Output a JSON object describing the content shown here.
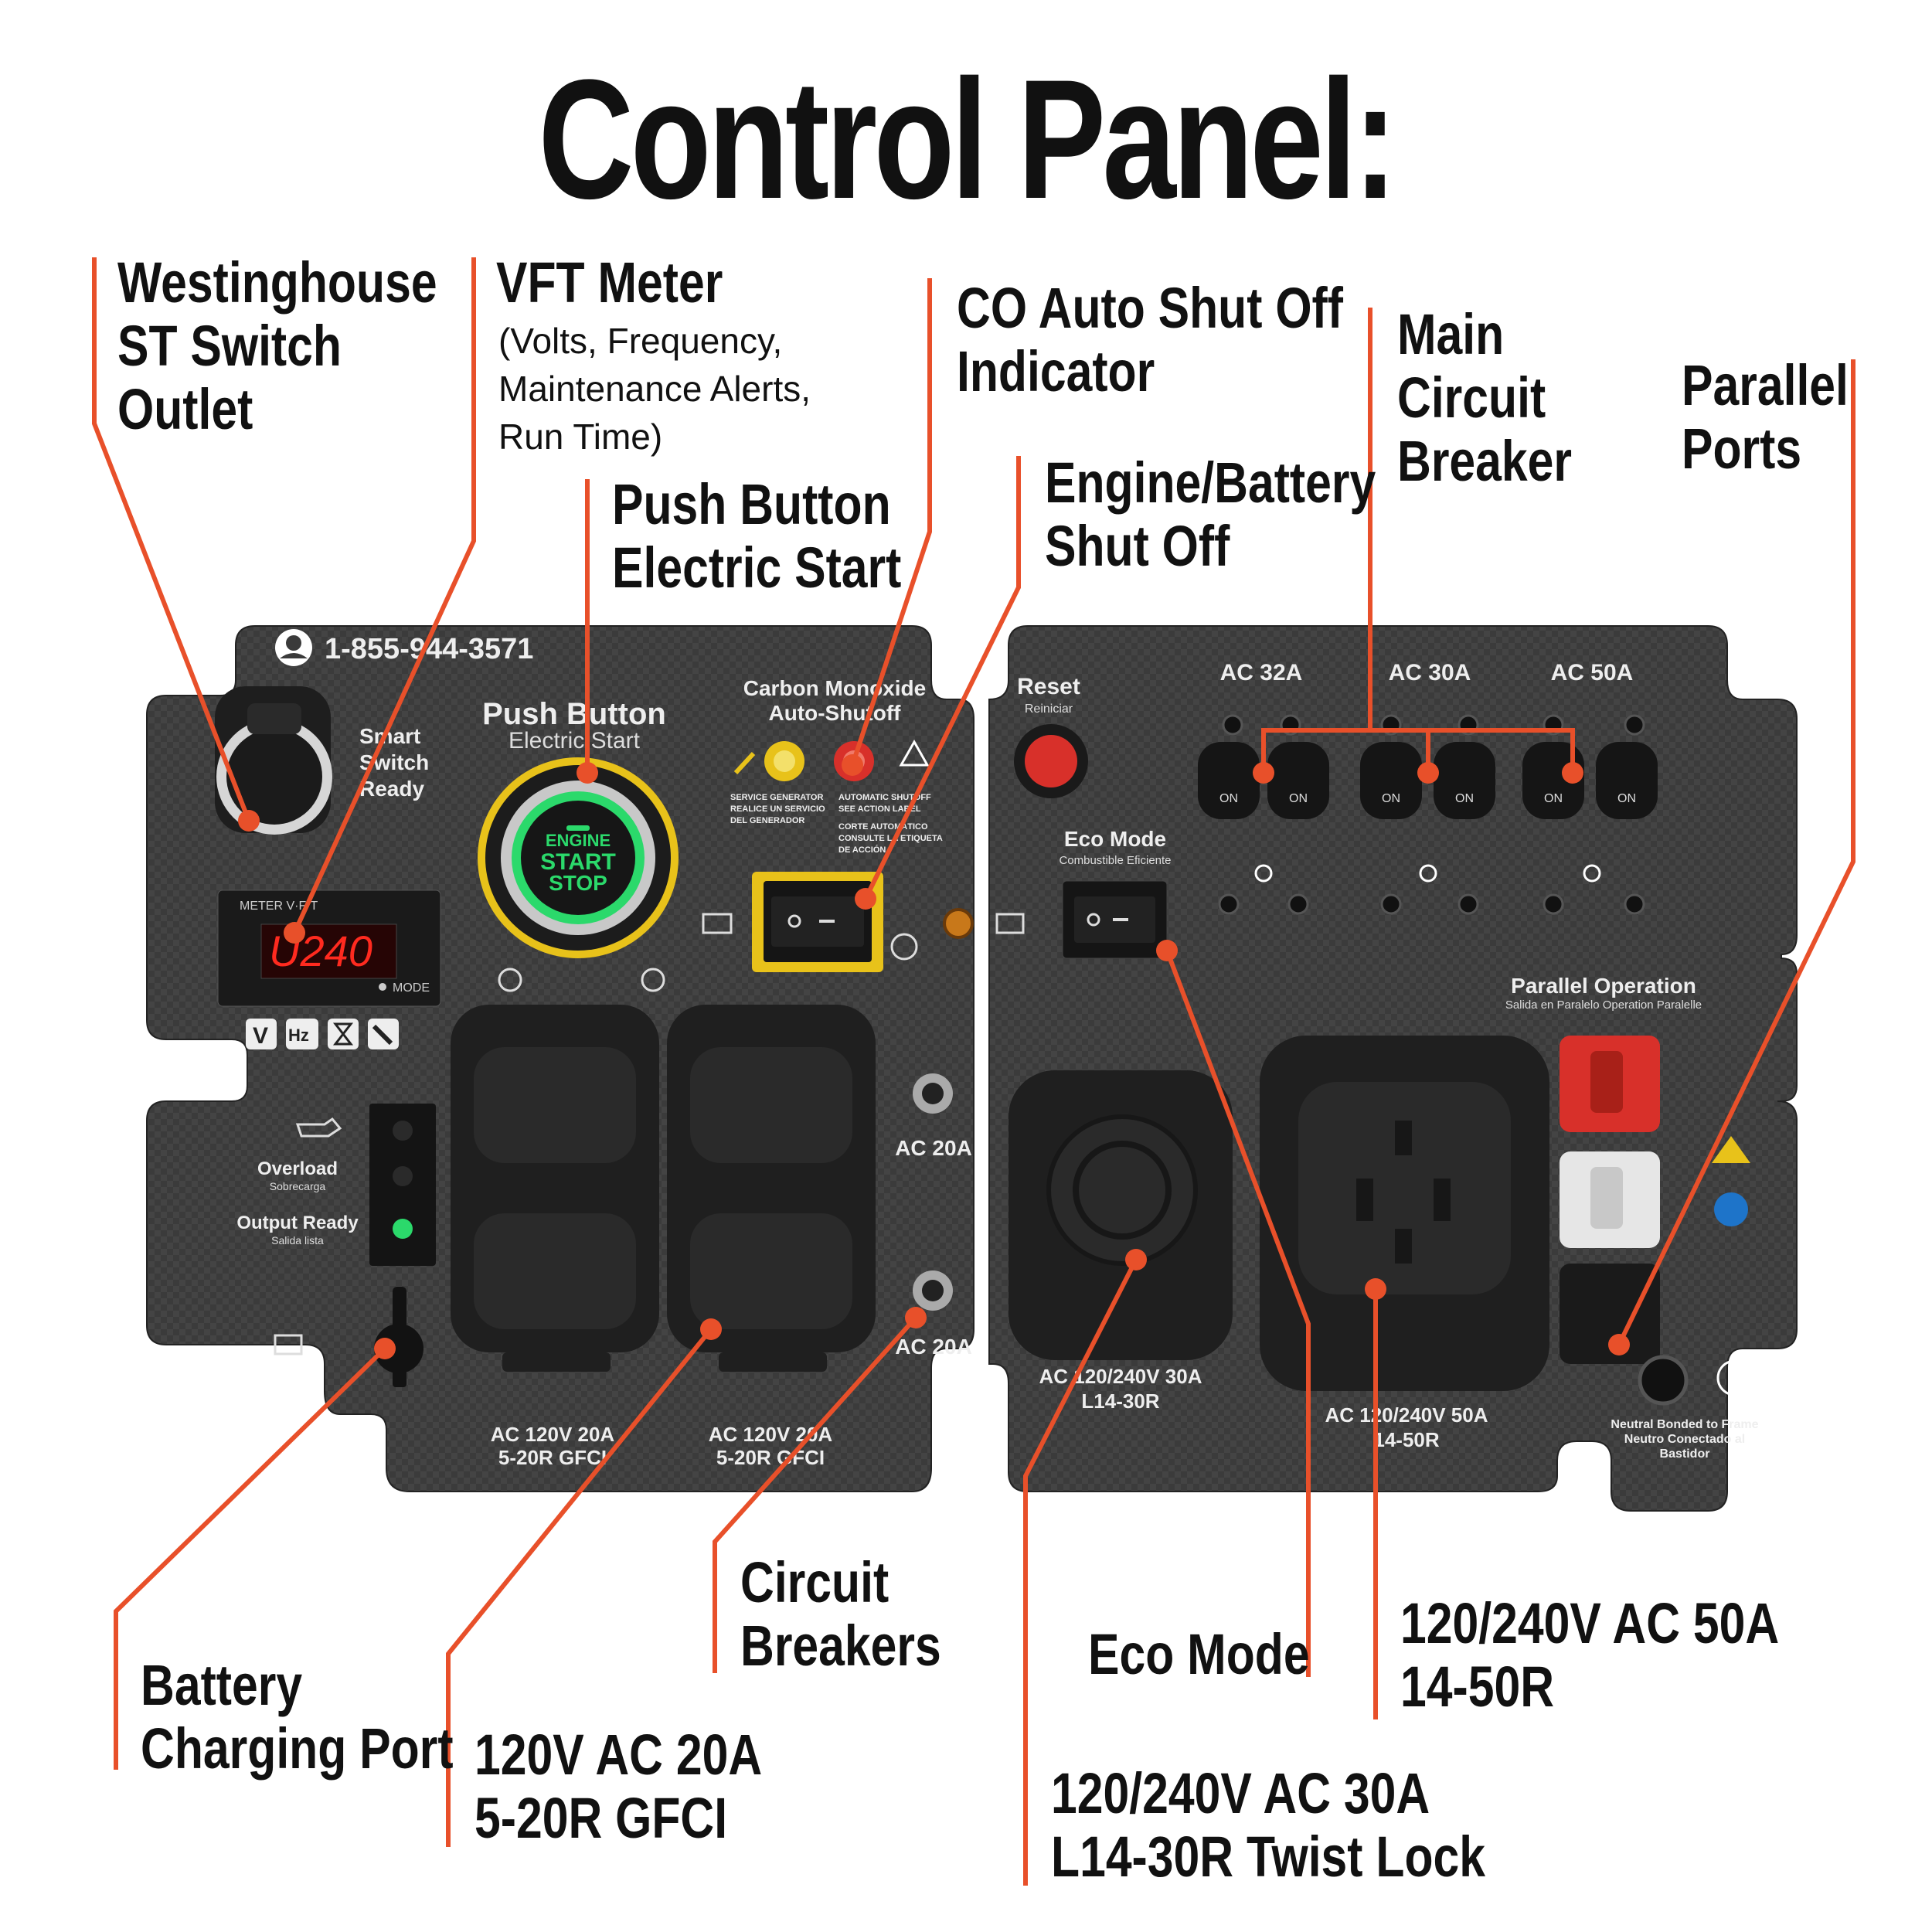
{
  "title": "Control Panel:",
  "callouts": {
    "st_switch": [
      "Westinghouse",
      "ST Switch",
      "Outlet"
    ],
    "vft_meter": {
      "title": "VFT Meter",
      "desc": [
        "(Volts, Frequency,",
        "Maintenance Alerts,",
        "Run Time)"
      ]
    },
    "push_button": [
      "Push Button",
      "Electric Start"
    ],
    "co_shutoff": [
      "CO Auto Shut Off",
      "Indicator"
    ],
    "engine_battery": [
      "Engine/Battery",
      "Shut Off"
    ],
    "main_breaker": [
      "Main",
      "Circuit",
      "Breaker"
    ],
    "parallel_ports": [
      "Parallel",
      "Ports"
    ],
    "battery_charging": [
      "Battery",
      "Charging Port"
    ],
    "outlet_20a": [
      "120V AC 20A",
      "5-20R GFCI"
    ],
    "circuit_breakers": [
      "Circuit",
      "Breakers"
    ],
    "eco_mode": [
      "Eco Mode"
    ],
    "outlet_30a": [
      "120/240V AC 30A",
      "L14-30R Twist Lock"
    ],
    "outlet_50a": [
      "120/240V AC 50A",
      "14-50R"
    ]
  },
  "panel": {
    "phone": "1-855-944-3571",
    "smart_switch": [
      "Smart",
      "Switch",
      "Ready"
    ],
    "push_button": {
      "title": "Push Button",
      "sub": "Electric Start"
    },
    "start_button": [
      "ENGINE",
      "START",
      "STOP"
    ],
    "co_label": [
      "Carbon Monoxide",
      "Auto-Shutoff"
    ],
    "service_text": [
      "SERVICE GENERATOR",
      "REALICE UN SERVICIO",
      "DEL GENERADOR"
    ],
    "auto_shutoff_text": [
      "AUTOMATIC SHUTOFF",
      "SEE ACTION LABEL",
      "CORTE AUTOMÁTICO",
      "CONSULTE LA ETIQUETA",
      "DE ACCIÓN"
    ],
    "reset": {
      "label": "Reset",
      "sub": "Reiniciar"
    },
    "breaker_labels": [
      "AC 32A",
      "AC 30A",
      "AC 50A"
    ],
    "on_label": "ON",
    "meter": {
      "brand": "METER V·F·T",
      "reading": "U240",
      "mode": "MODE"
    },
    "meter_icons": [
      "V",
      "Hz"
    ],
    "eco": {
      "label": "Eco Mode",
      "sub": "Combustible Eficiente"
    },
    "overload": {
      "label": "Overload",
      "sub": "Sobrecarga"
    },
    "output_ready": {
      "label": "Output Ready",
      "sub": "Salida lista"
    },
    "ac20a": "AC 20A",
    "outlet_20a_label": [
      "AC 120V 20A",
      "5-20R GFCI"
    ],
    "outlet_30a_label": [
      "AC 120/240V 30A",
      "L14-30R"
    ],
    "outlet_50a_label": [
      "AC 120/240V 50A",
      "14-50R"
    ],
    "parallel": {
      "label": "Parallel Operation",
      "sub": "Salida en Paralelo Operation Paralelle"
    },
    "neutral": [
      "Neutral Bonded to Frame",
      "Neutro Conectado al",
      "Bastidor"
    ]
  },
  "colors": {
    "accent": "#E8502A",
    "panel": "#3a3a3a",
    "panel_dark": "#2b2b2b",
    "outlet": "#1f1f1f",
    "green": "#2bd96b",
    "red": "#d8302a",
    "yellow": "#e8c21a",
    "led": "#ff2a1f"
  }
}
